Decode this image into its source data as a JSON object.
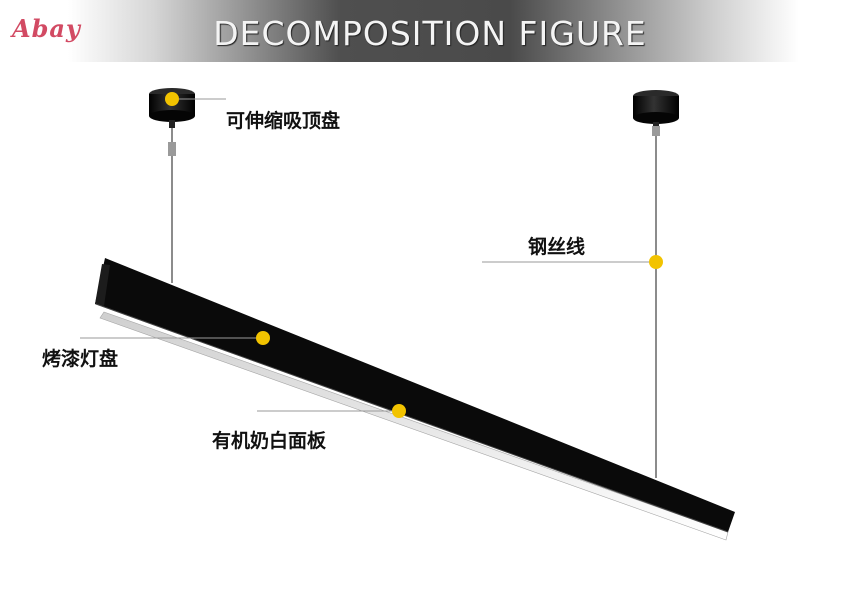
{
  "header": {
    "logo_text": "Abay",
    "title": "DECOMPOSITION FIGURE"
  },
  "callouts": {
    "ceiling_canopy": "可伸缩吸顶盘",
    "steel_wire": "钢丝线",
    "painted_housing": "烤漆灯盘",
    "acrylic_panel": "有机奶白面板"
  },
  "colors": {
    "marker": "#f2c300",
    "fixture_body": "#0a0a0a",
    "panel": "#f1f1f1"
  }
}
